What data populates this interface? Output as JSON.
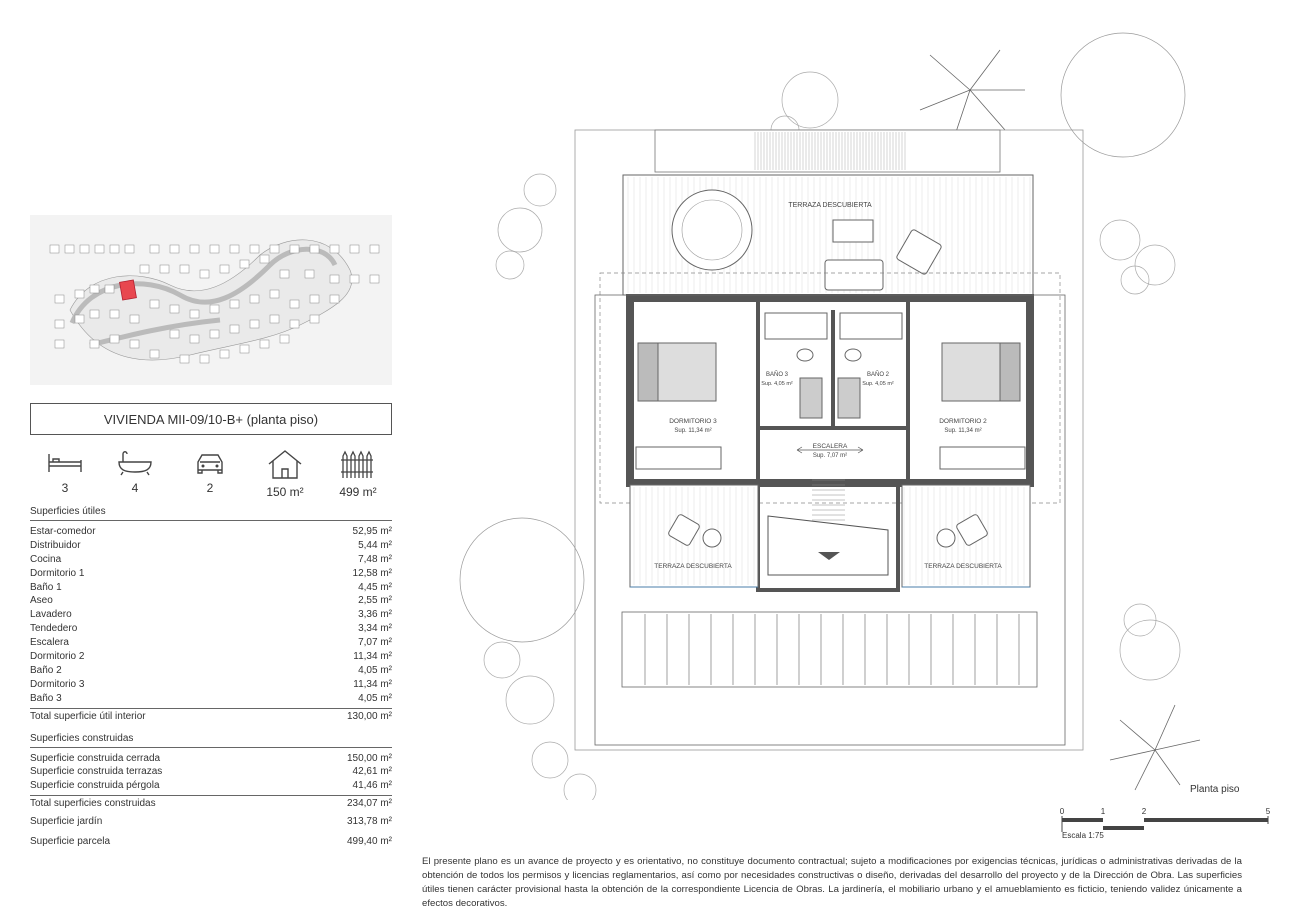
{
  "title": "VIVIENDA MII-09/10-B+ (planta piso)",
  "icons": [
    {
      "name": "bed-icon",
      "value": "3"
    },
    {
      "name": "bathtub-icon",
      "value": "4"
    },
    {
      "name": "car-icon",
      "value": "2"
    },
    {
      "name": "house-icon",
      "value": "150 m²"
    },
    {
      "name": "fence-icon",
      "value": "499 m²"
    }
  ],
  "useful": {
    "heading": "Superficies útiles",
    "rows": [
      {
        "label": "Estar-comedor",
        "value": "52,95 m²"
      },
      {
        "label": "Distribuidor",
        "value": "5,44 m²"
      },
      {
        "label": "Cocina",
        "value": "7,48 m²"
      },
      {
        "label": "Dormitorio 1",
        "value": "12,58 m²"
      },
      {
        "label": "Baño 1",
        "value": "4,45 m²"
      },
      {
        "label": "Aseo",
        "value": "2,55 m²"
      },
      {
        "label": "Lavadero",
        "value": "3,36 m²"
      },
      {
        "label": "Tendedero",
        "value": "3,34 m²"
      },
      {
        "label": "Escalera",
        "value": "7,07 m²"
      },
      {
        "label": "Dormitorio 2",
        "value": "11,34 m²"
      },
      {
        "label": "Baño 2",
        "value": "4,05 m²"
      },
      {
        "label": "Dormitorio 3",
        "value": "11,34 m²"
      },
      {
        "label": "Baño 3",
        "value": "4,05 m²"
      }
    ],
    "total_label": "Total superficie útil interior",
    "total_value": "130,00 m²"
  },
  "built": {
    "heading": "Superficies construidas",
    "rows": [
      {
        "label": "Superficie construida cerrada",
        "value": "150,00 m²"
      },
      {
        "label": "Superficie construida terrazas",
        "value": "42,61 m²"
      },
      {
        "label": "Superficie construida pérgola",
        "value": "41,46 m²"
      }
    ],
    "total_label": "Total superficies construidas",
    "total_value": "234,07 m²"
  },
  "garden": {
    "label": "Superficie jardín",
    "value": "313,78 m²"
  },
  "parcel": {
    "label": "Superficie parcela",
    "value": "499,40 m²"
  },
  "plan_labels": {
    "terrace_top": "TERRAZA DESCUBIERTA",
    "bedroom3": "DORMITORIO 3",
    "bedroom3_area": "Sup. 11,34 m²",
    "bath3": "BAÑO 3",
    "bath3_area": "Sup. 4,05 m²",
    "bath2": "BAÑO 2",
    "bath2_area": "Sup. 4,05 m²",
    "bedroom2": "DORMITORIO 2",
    "bedroom2_area": "Sup. 11,34 m²",
    "stairs": "ESCALERA",
    "stairs_area": "Sup. 7,07 m²",
    "terrace_left": "TERRAZA DESCUBIERTA",
    "terrace_right": "TERRAZA DESCUBIERTA"
  },
  "floor_label": "Planta piso",
  "scale": {
    "ticks": [
      "0",
      "1",
      "2",
      "5"
    ],
    "label": "Escala 1:75"
  },
  "disclaimer": "El presente plano es un avance de proyecto y es orientativo, no constituye documento contractual; sujeto a modificaciones por exigencias técnicas, jurídicas o administrativas derivadas de la obtención de todos los permisos y licencias reglamentarios, así como por necesidades constructivas o diseño, derivadas del desarrollo del proyecto y de la Dirección de Obra. Las superficies útiles tienen carácter provisional hasta la obtención de la correspondiente Licencia de Obras. La jardinería, el mobiliario urbano y el amueblamiento es ficticio, teniendo validez únicamente a efectos decorativos.",
  "colors": {
    "highlight": "#e8474f",
    "wall": "#555555",
    "line": "#888888",
    "water": "#4a7ea8"
  }
}
